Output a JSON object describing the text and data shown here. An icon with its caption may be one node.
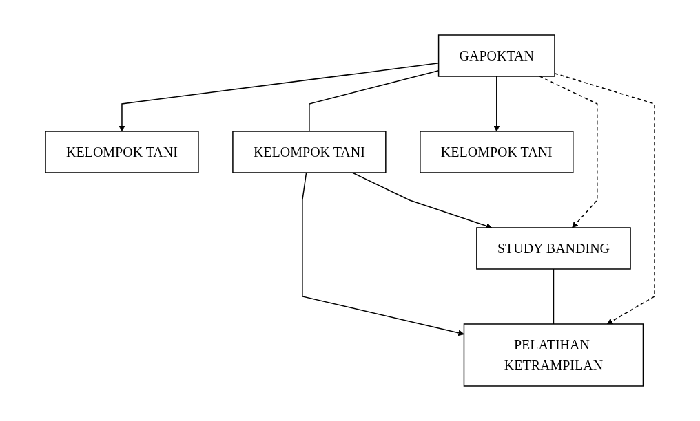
{
  "diagram": {
    "nodes": [
      {
        "text": [
          "GAPOKTAN"
        ]
      },
      {
        "text": [
          "KELOMPOK TANI"
        ]
      },
      {
        "text": [
          "KELOMPOK TANI"
        ]
      },
      {
        "text": [
          "KELOMPOK TANI"
        ]
      },
      {
        "text": [
          "STUDY BANDING"
        ]
      },
      {
        "text": [
          "PELATIHAN KETRAMPILAN"
        ]
      }
    ],
    "edges": [
      {
        "from": 0,
        "to": 1,
        "arrow": "to"
      },
      {
        "from": 0,
        "to": 2,
        "arrow": "none"
      },
      {
        "from": 0,
        "to": 3,
        "arrow": "to"
      },
      {
        "from": 2,
        "to": 4,
        "arrow": "to"
      },
      {
        "from": 2,
        "to": 5,
        "arrow": "to"
      },
      {
        "from": 4,
        "to": 5,
        "arrow": "none"
      },
      {
        "from": 0,
        "to": 4,
        "arrow": "to",
        "style": "dashed"
      },
      {
        "from": 0,
        "to": 5,
        "arrow": "to",
        "style": "dashed"
      }
    ]
  }
}
